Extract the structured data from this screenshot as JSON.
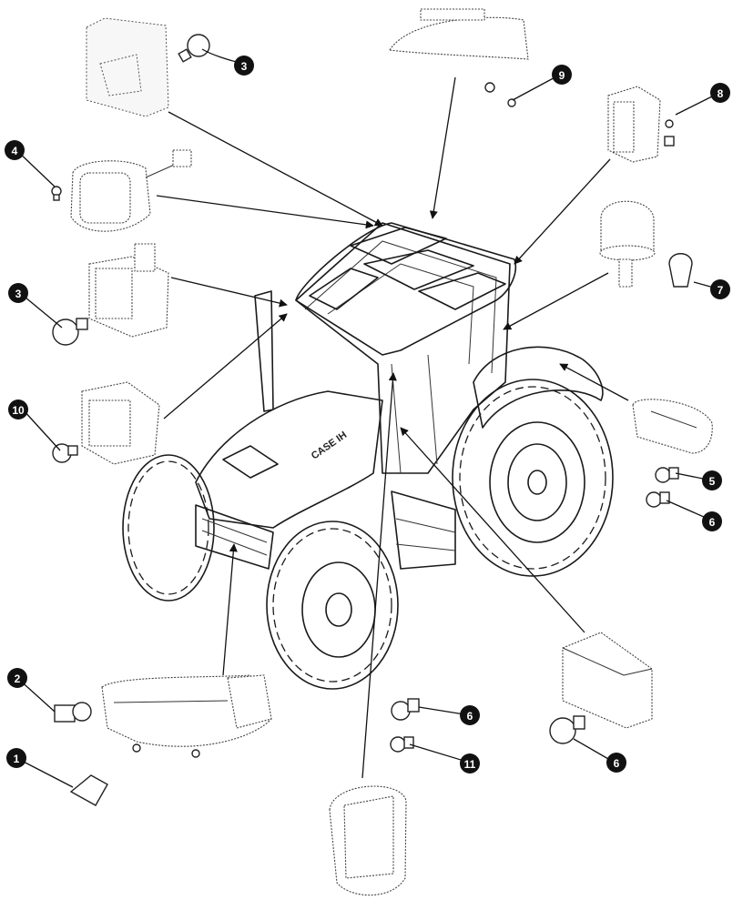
{
  "callouts": [
    {
      "id": "c1",
      "label": "1"
    },
    {
      "id": "c2",
      "label": "2"
    },
    {
      "id": "c3a",
      "label": "3"
    },
    {
      "id": "c3b",
      "label": "3"
    },
    {
      "id": "c4",
      "label": "4"
    },
    {
      "id": "c5",
      "label": "5"
    },
    {
      "id": "c6a",
      "label": "6"
    },
    {
      "id": "c6b",
      "label": "6"
    },
    {
      "id": "c6c",
      "label": "6"
    },
    {
      "id": "c7",
      "label": "7"
    },
    {
      "id": "c8",
      "label": "8"
    },
    {
      "id": "c9",
      "label": "9"
    },
    {
      "id": "c10",
      "label": "10"
    },
    {
      "id": "c11",
      "label": "11"
    }
  ],
  "hood_brand": "CASE IH"
}
